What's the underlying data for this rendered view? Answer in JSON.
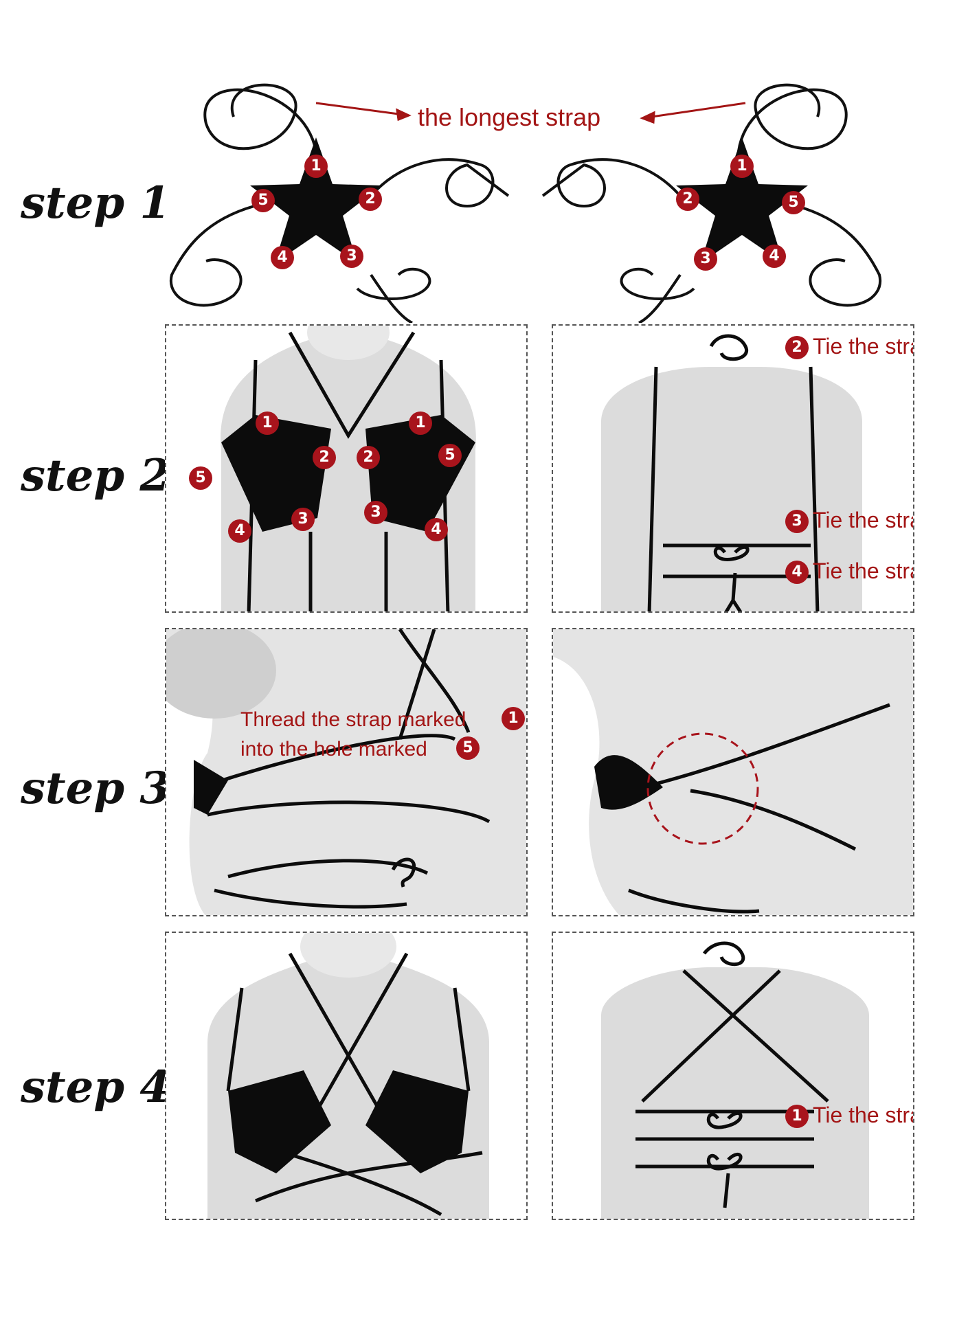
{
  "steps": [
    "step 1",
    "step 2",
    "step 3",
    "step 4"
  ],
  "step1": {
    "callout": "the longest strap",
    "left_star_numbers": [
      "1",
      "2",
      "3",
      "4",
      "5"
    ],
    "right_star_numbers": [
      "1",
      "2",
      "3",
      "4",
      "5"
    ]
  },
  "step2": {
    "front_numbers_left": [
      "1",
      "2",
      "3",
      "4",
      "5"
    ],
    "front_numbers_right": [
      "1",
      "2",
      "3",
      "4",
      "5"
    ],
    "back_notes": [
      {
        "num": "2",
        "text": "Tie the strap"
      },
      {
        "num": "3",
        "text": "Tie the strap"
      },
      {
        "num": "4",
        "text": "Tie the strap"
      }
    ]
  },
  "step3": {
    "line1_text": "Thread the strap marked",
    "line1_num": "1",
    "line2_text": "into the hole marked",
    "line2_num": "5"
  },
  "step4": {
    "back_note": {
      "num": "1",
      "text": "Tie the strap"
    }
  },
  "colors": {
    "accent": "#a8141c",
    "text_red": "#a31515",
    "garment": "#0c0c0c",
    "mannequin": "#dcdcdc"
  }
}
